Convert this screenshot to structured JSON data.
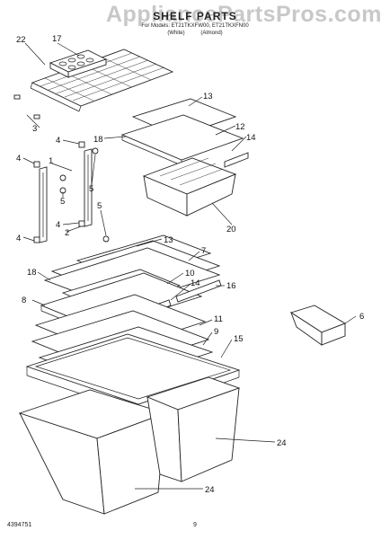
{
  "header": {
    "watermark": "AppliancePartsPros.com",
    "title": "SHELF PARTS",
    "models_line": "For Models: ET21TKXFW00, ET21TKXFN00",
    "colors": [
      "(White)",
      "(Almond)"
    ]
  },
  "callouts": [
    {
      "id": "c22a",
      "text": "22"
    },
    {
      "id": "c17",
      "text": "17"
    },
    {
      "id": "c13a",
      "text": "13"
    },
    {
      "id": "c12",
      "text": "12"
    },
    {
      "id": "c14a",
      "text": "14"
    },
    {
      "id": "c18a",
      "text": "18"
    },
    {
      "id": "c3",
      "text": "3"
    },
    {
      "id": "c4a",
      "text": "4"
    },
    {
      "id": "c4b",
      "text": "4"
    },
    {
      "id": "c1",
      "text": "1"
    },
    {
      "id": "c5a",
      "text": "5"
    },
    {
      "id": "c5b",
      "text": "5"
    },
    {
      "id": "c5c",
      "text": "5"
    },
    {
      "id": "c4c",
      "text": "4"
    },
    {
      "id": "c4d",
      "text": "4"
    },
    {
      "id": "c2",
      "text": "2"
    },
    {
      "id": "c20",
      "text": "20"
    },
    {
      "id": "c13b",
      "text": "13"
    },
    {
      "id": "c7",
      "text": "7"
    },
    {
      "id": "c18b",
      "text": "18"
    },
    {
      "id": "c10",
      "text": "10"
    },
    {
      "id": "c14b",
      "text": "14"
    },
    {
      "id": "c16",
      "text": "16"
    },
    {
      "id": "c8",
      "text": "8"
    },
    {
      "id": "c6",
      "text": "6"
    },
    {
      "id": "c11",
      "text": "11"
    },
    {
      "id": "c9",
      "text": "9"
    },
    {
      "id": "c15",
      "text": "15"
    },
    {
      "id": "c24a",
      "text": "24"
    },
    {
      "id": "c24b",
      "text": "24"
    }
  ],
  "footer": {
    "doc_number": "4394751",
    "page_number": "9"
  }
}
